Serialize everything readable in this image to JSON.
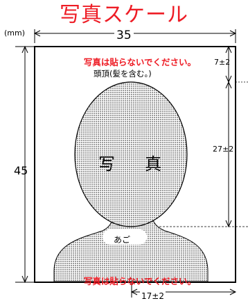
{
  "title": "写真スケール",
  "unit_label": "(mm)",
  "dimensions": {
    "width": "35",
    "height": "45",
    "top_margin": "7±2",
    "face_height": "27±2",
    "chin_offset": "17±2"
  },
  "notice_top": "写真は貼らないでください。",
  "notice_bottom": "写真は貼らないでください。",
  "crown_label": "頭頂(髪を含む。)",
  "photo_label_1": "写",
  "photo_label_2": "真",
  "chin_label": "あご",
  "colors": {
    "title": "#ee1c25",
    "notice": "#ee1c25",
    "frame": "#000000",
    "silhouette_dots": "#555555"
  }
}
